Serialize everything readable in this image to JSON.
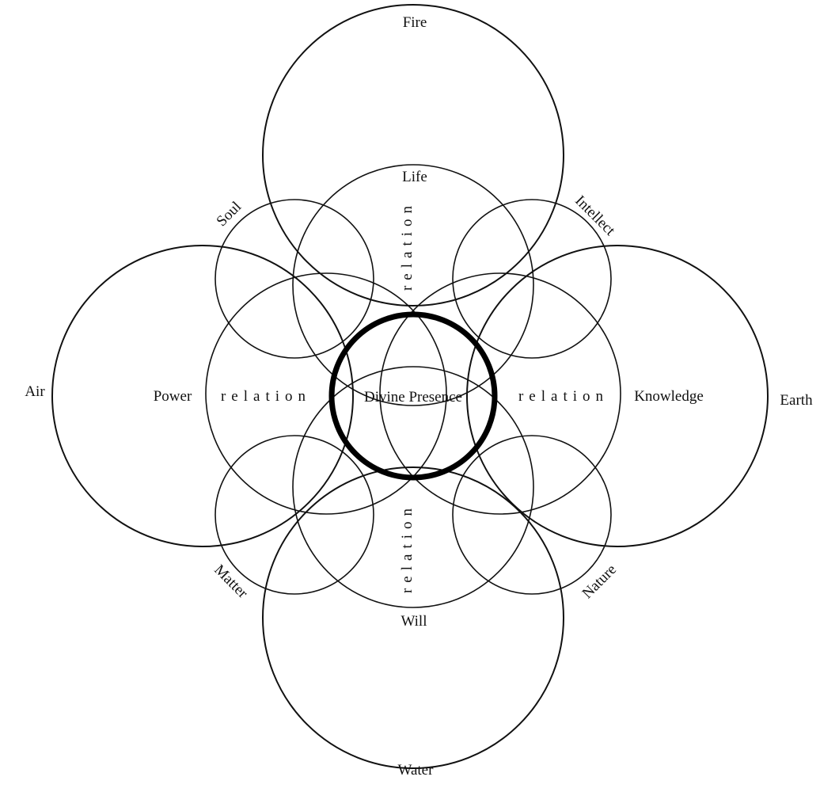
{
  "elements": {
    "fire": "Fire",
    "air": "Air",
    "earth": "Earth",
    "water": "Water"
  },
  "faculties": {
    "life": "Life",
    "power": "Power",
    "knowledge": "Knowledge",
    "will": "Will"
  },
  "aspects": {
    "soul": "Soul",
    "intellect": "Intellect",
    "matter": "Matter",
    "nature": "Nature"
  },
  "center": "Divine Presence",
  "relation": {
    "top": "relation",
    "left": "relation",
    "right": "relation",
    "bottom": "relation"
  },
  "colors": {
    "stroke": "#111111",
    "background": "#ffffff"
  }
}
